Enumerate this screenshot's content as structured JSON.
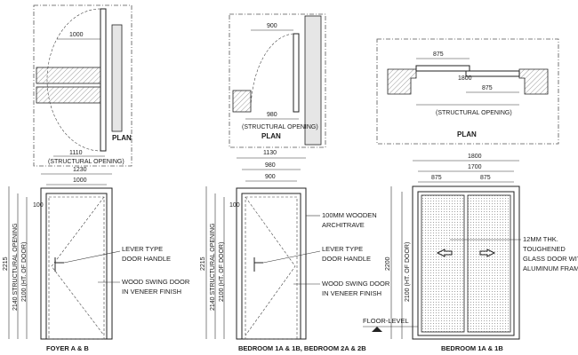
{
  "panels": [
    {
      "plan_label": "PLAN",
      "plan_dims": [
        "1000",
        "1110",
        "(STRUCTURAL OPENING)"
      ],
      "elev_dims": [
        "1230",
        "1000",
        "100",
        "2215",
        "2140 STRUCTURAL OPENING",
        "2100 (HT. OF DOOR)"
      ],
      "notes": [
        "LEVER TYPE",
        "DOOR HANDLE",
        "WOOD SWING DOOR",
        "IN VENEER FINISH"
      ],
      "caption": "FOYER A & B"
    },
    {
      "plan_label": "PLAN",
      "plan_dims": [
        "900",
        "980",
        "(STRUCTURAL OPENING)"
      ],
      "elev_dims": [
        "1130",
        "980",
        "900",
        "100",
        "2215",
        "2140 STRUCTURAL OPENING",
        "2100 (HT. OF DOOR)"
      ],
      "notes": [
        "100MM WOODEN",
        "ARCHITRAVE",
        "LEVER TYPE",
        "DOOR HANDLE",
        "WOOD SWING DOOR",
        "IN VENEER FINISH"
      ],
      "caption": "BEDROOM 1A & 1B, BEDROOM 2A & 2B"
    },
    {
      "plan_label": "PLAN",
      "plan_dims": [
        "875",
        "875",
        "1800",
        "(STRUCTURAL OPENING)"
      ],
      "elev_dims": [
        "1800",
        "1700",
        "875",
        "875",
        "2200",
        "2100 (HT. OF DOOR)"
      ],
      "notes": [
        "12MM THK.",
        "TOUGHENED",
        "GLASS DOOR WITH",
        "ALUMINUM FRAME",
        "FLOOR-LEVEL"
      ],
      "caption": "BEDROOM 1A & 1B"
    }
  ]
}
